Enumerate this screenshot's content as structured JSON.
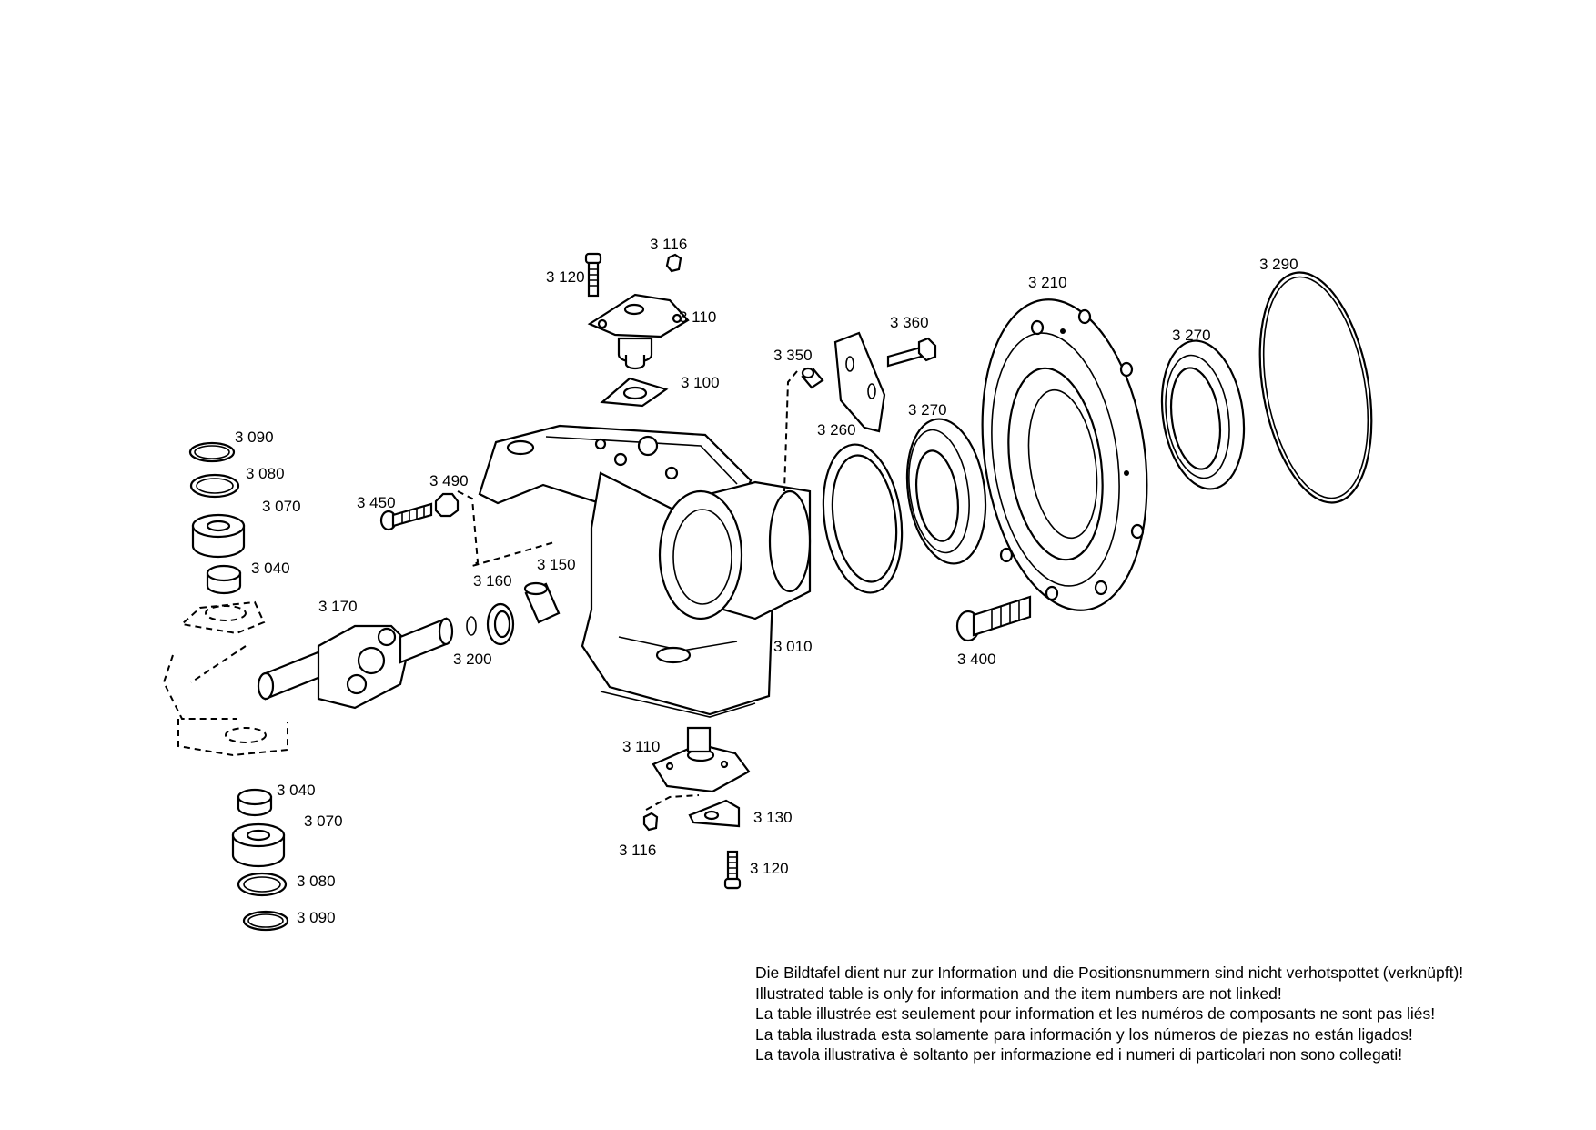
{
  "labels": {
    "p3116_top": "3 116",
    "p3120_top": "3 120",
    "p3110_top": "3 110",
    "p3100": "3 100",
    "p3350": "3 350",
    "p3360": "3 360",
    "p3210": "3 210",
    "p3290": "3 290",
    "p3270_right": "3 270",
    "p3270_mid": "3 270",
    "p3260": "3 260",
    "p3090_top": "3 090",
    "p3080_top": "3 080",
    "p3070_top": "3 070",
    "p3040_top": "3 040",
    "p3450": "3 450",
    "p3490": "3 490",
    "p3160": "3 160",
    "p3150": "3 150",
    "p3170": "3 170",
    "p3200": "3 200",
    "p3010": "3 010",
    "p3400": "3 400",
    "p3110_bottom": "3 110",
    "p3130": "3 130",
    "p3116_bottom": "3 116",
    "p3120_bottom": "3 120",
    "p3040_bottom": "3 040",
    "p3070_bottom": "3 070",
    "p3080_bottom": "3 080",
    "p3090_bottom": "3 090"
  },
  "disclaimer": [
    "Die Bildtafel dient nur zur Information und die Positionsnummern sind nicht verhotspottet (verknüpft)!",
    "Illustrated table is only for information and the item numbers are not linked!",
    "La table illustrée est seulement pour information et les numéros de composants ne sont pas liés!",
    "La tabla ilustrada esta solamente para información y los números de piezas no están ligados!",
    "La tavola illustrativa è soltanto per informazione ed i numeri di particolari non sono collegati!"
  ]
}
